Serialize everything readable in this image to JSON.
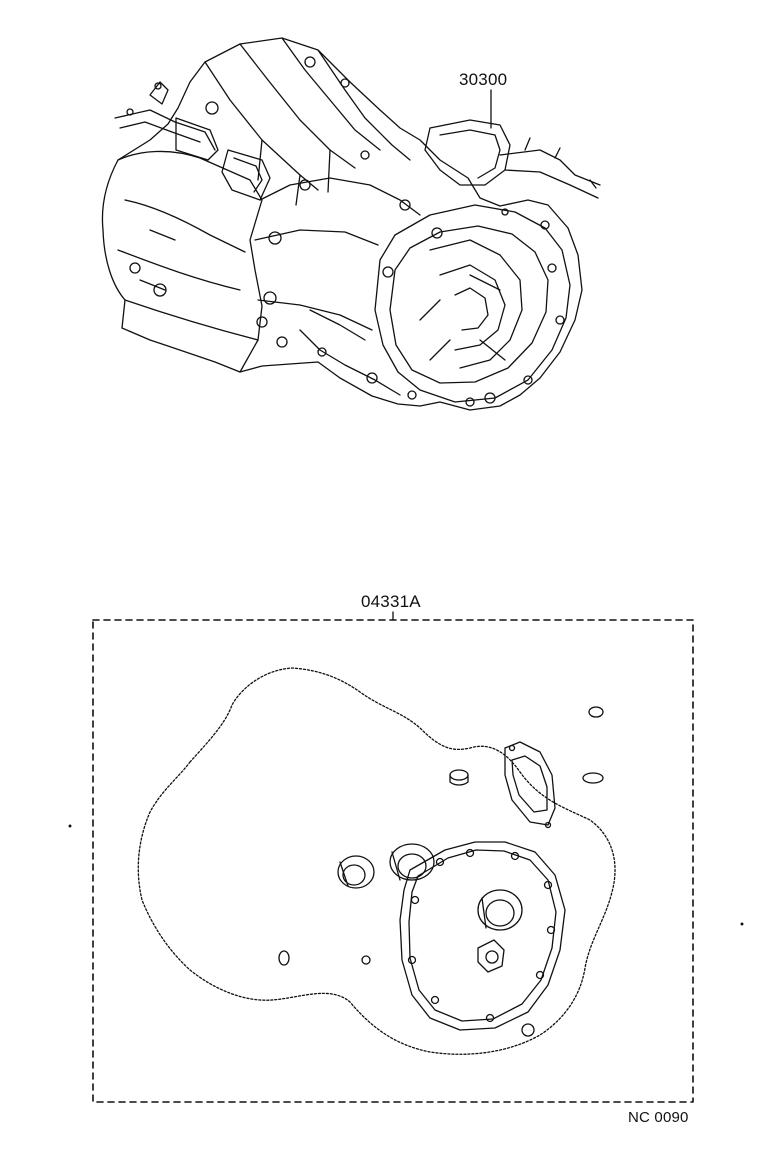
{
  "labels": {
    "transaxle_part_no": "30300",
    "gasket_kit_part_no": "04331A",
    "illustration_code": "NC 0090"
  },
  "colors": {
    "line": "#111111",
    "background": "#ffffff"
  }
}
